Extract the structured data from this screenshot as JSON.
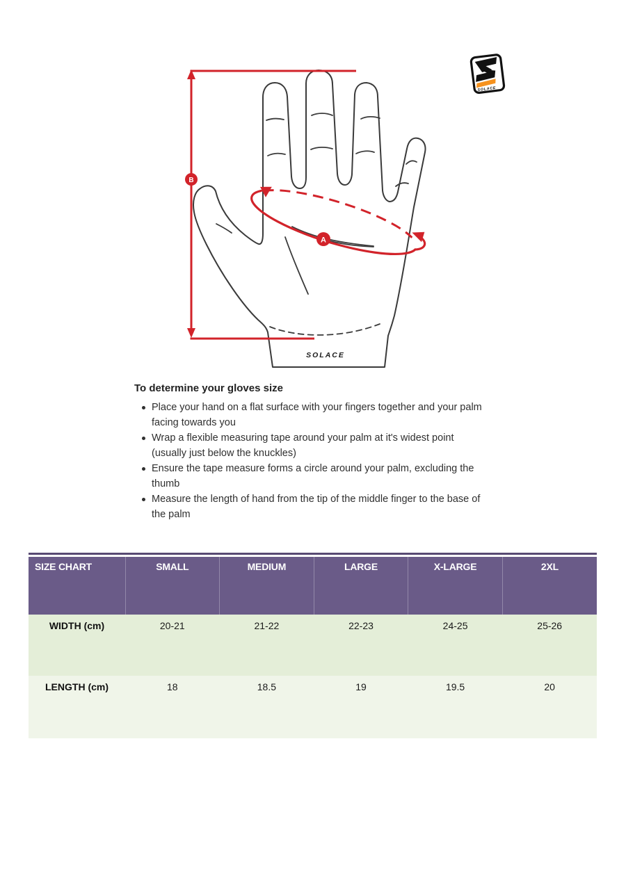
{
  "logo": {
    "brand": "SOLACE",
    "accent_orange": "#f6921e",
    "outline": "#111111"
  },
  "diagram": {
    "marker_a": "A",
    "marker_b": "B",
    "wrist_brand_text": "SOLACE",
    "accent_red": "#d2232a",
    "sketch_color": "#3a3a3a"
  },
  "instructions": {
    "title": "To determine your gloves size",
    "bullets": [
      "Place your hand on a flat surface with your fingers together and your palm facing towards you",
      "Wrap a flexible measuring tape around your palm at it's widest point (usually just below the knuckles)",
      "Ensure the tape measure forms a circle around your palm, excluding the thumb",
      "Measure the length of hand from the tip of the middle finger to the base of the palm"
    ]
  },
  "size_chart": {
    "header": [
      "SIZE CHART",
      "SMALL",
      "MEDIUM",
      "LARGE",
      "X-LARGE",
      "2XL"
    ],
    "rows": [
      {
        "label": "WIDTH (cm)",
        "values": [
          "20-21",
          "21-22",
          "22-23",
          "24-25",
          "25-26"
        ]
      },
      {
        "label": "LENGTH (cm)",
        "values": [
          "18",
          "18.5",
          "19",
          "19.5",
          "20"
        ]
      }
    ],
    "colors": {
      "header_bg": "#6a5b88",
      "header_text": "#ffffff",
      "top_border": "#584a73",
      "width_row_bg": "#e4eed8",
      "length_row_bg": "#f0f5e9"
    }
  }
}
